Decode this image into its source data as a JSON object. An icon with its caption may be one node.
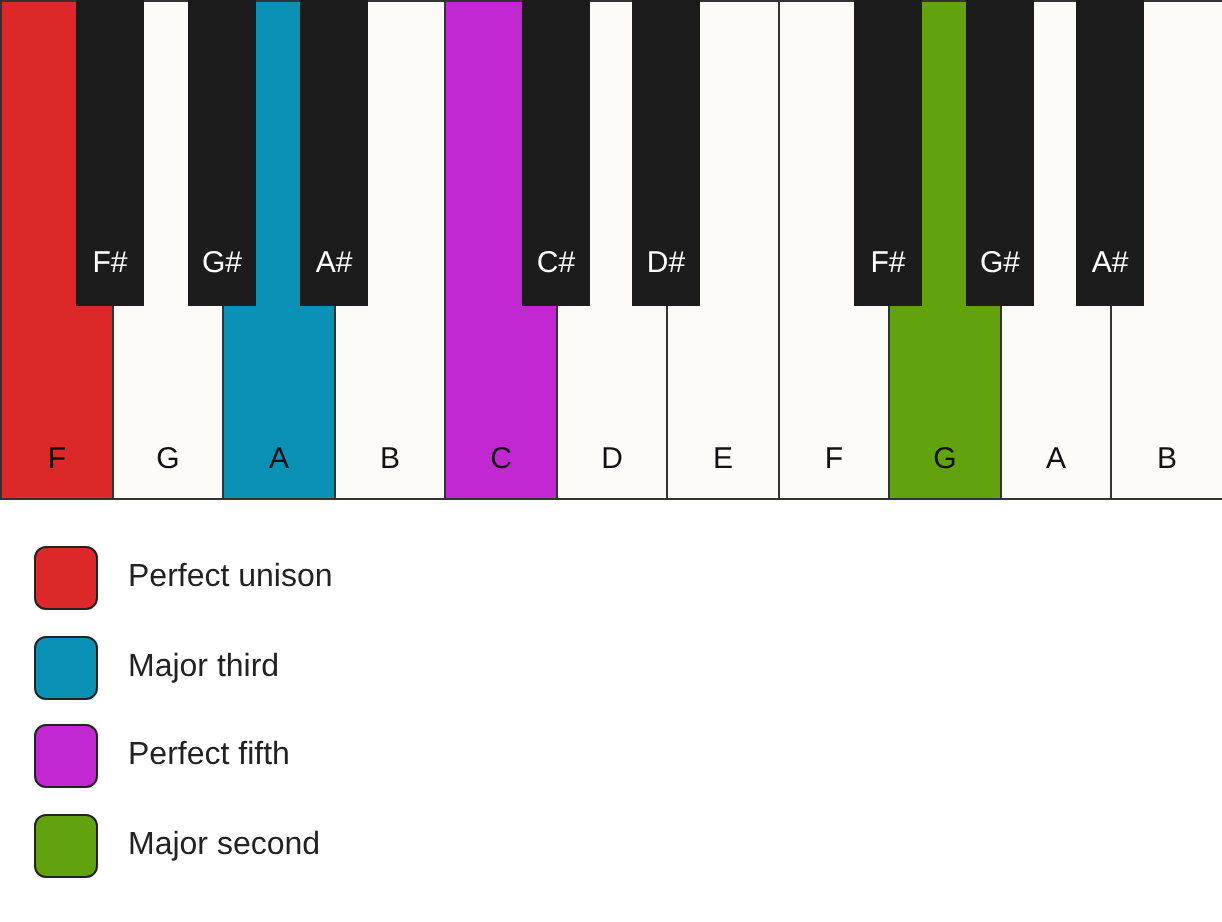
{
  "diagram": {
    "nodes": [
      {
        "text": [
          "F"
        ]
      },
      {
        "text": [
          "F#"
        ]
      },
      {
        "text": [
          "G"
        ]
      },
      {
        "text": [
          "G#"
        ]
      },
      {
        "text": [
          "A"
        ]
      },
      {
        "text": [
          "A#"
        ]
      },
      {
        "text": [
          "B"
        ]
      },
      {
        "text": [
          "C"
        ]
      },
      {
        "text": [
          "C#"
        ]
      },
      {
        "text": [
          "D"
        ]
      },
      {
        "text": [
          "D#"
        ]
      },
      {
        "text": [
          "E"
        ]
      },
      {
        "text": [
          "F"
        ]
      },
      {
        "text": [
          "F#"
        ]
      },
      {
        "text": [
          "G"
        ]
      },
      {
        "text": [
          "G#"
        ]
      },
      {
        "text": [
          "A"
        ]
      },
      {
        "text": [
          "A#"
        ]
      },
      {
        "text": [
          "B"
        ]
      }
    ],
    "legend": [
      {
        "text": "Perfect unison",
        "color": "#dc2828"
      },
      {
        "text": "Major third",
        "color": "#0a91b5"
      },
      {
        "text": "Perfect fifth",
        "color": "#c128d2"
      },
      {
        "text": "Major second",
        "color": "#63a20f"
      }
    ]
  }
}
